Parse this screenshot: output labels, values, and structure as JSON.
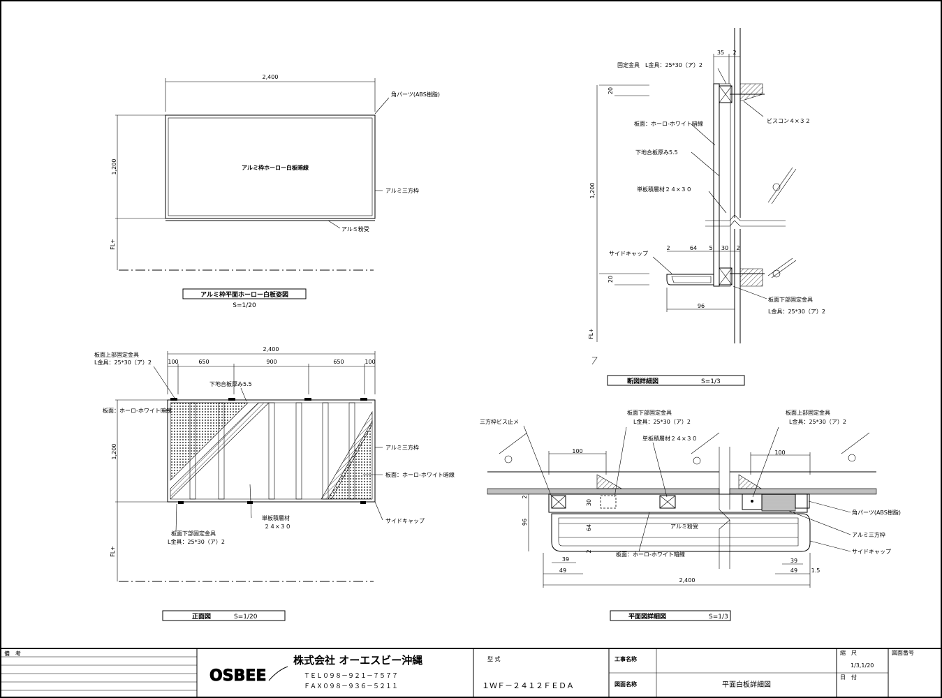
{
  "drawing1": {
    "width_dim": "2,400",
    "height_dim": "1,200",
    "fl": "FL+",
    "center_label": "アルミ枠ホーロー白板暗線",
    "corner_part": "角パーツ(ABS樹脂)",
    "frame": "アルミ三方枠",
    "tray": "アルミ粉受",
    "title": "アルミ枠平面ホーロー白板姿図",
    "scale": "S=1/20"
  },
  "drawing2": {
    "width_dim": "2,400",
    "segments": [
      "100",
      "650",
      "900",
      "650",
      "100"
    ],
    "height_dim": "1,200",
    "fl": "FL+",
    "top_bracket_1": "板面上部固定金具",
    "top_bracket_2": "L金具：25*30（ア）2",
    "substrate": "下地合板厚み5.5",
    "surface_left": "板面：ホーロ-ホワイト暗線",
    "frame": "アルミ三方枠",
    "surface_right": "板面：ホーロ-ホワイト暗線",
    "side_cap": "サイドキャップ",
    "lumber_1": "単板積層材",
    "lumber_2": "２４×３０",
    "bottom_bracket_1": "板面下部固定金具",
    "bottom_bracket_2": "L金具：25*30（ア）2",
    "title": "正面図",
    "scale": "S=1/20"
  },
  "drawing3": {
    "dim_35": "35",
    "dim_2a": "2",
    "bracket_top": "固定金具　L金具：25*30（ア）2",
    "dim_20a": "20",
    "screw": "ビスコン４×３２",
    "surface": "板面：ホーロ-ホワイト暗線",
    "substrate": "下地合板厚み5.5",
    "height_dim": "1,200",
    "lumber": "単板積層材２４×３０",
    "side_cap": "サイドキャップ",
    "dim_2b": "2",
    "dim_64": "64",
    "dim_5": "5",
    "dim_30": "30",
    "dim_2c": "2",
    "dim_20b": "20",
    "dim_96": "96",
    "bottom_bracket_1": "板面下部固定金具",
    "bottom_bracket_2": "L金具：25*30（ア）2",
    "fl": "FL+",
    "title": "断図詳細図",
    "scale": "S=1/3"
  },
  "drawing4": {
    "screw_stop": "三方枠ビス止メ",
    "bottom_bracket_1": "板面下部固定金具",
    "bottom_bracket_2": "L金具：25*30（ア）2",
    "lumber": "単板積層材２４×３０",
    "top_bracket_1": "板面上部固定金具",
    "top_bracket_2": "L金具：25*30（ア）2",
    "dim_100a": "100",
    "dim_100b": "100",
    "dim_2": "2",
    "dim_30": "30",
    "dim_96": "96",
    "dim_64": "64",
    "dim_2b": "2",
    "tray": "アルミ粉受",
    "corner_part": "角パーツ(ABS樹脂)",
    "frame": "アルミ三方枠",
    "side_cap": "サイドキャップ",
    "surface": "板面：ホーロ-ホワイト暗線",
    "dim_39a": "39",
    "dim_49a": "49",
    "dim_39b": "39",
    "dim_49b": "49",
    "dim_15": "1.5",
    "width_dim": "2,400",
    "title": "平面図詳細図",
    "scale": "S=1/3"
  },
  "title_block": {
    "remarks_label": "備　考",
    "logo": "OSBEE",
    "company": "株式会社 オーエスビー沖縄",
    "tel": "ＴＥＬ０９８－９２１－７５７７",
    "fax": "ＦＡＸ０９８－９３６－５２１１",
    "model_label": "型 式",
    "model_value": "１ＷＦ－２４１２ＦＥＤＡ",
    "project_label": "工事名称",
    "drawing_name_label": "図面名称",
    "drawing_name_value": "平面白板詳細図",
    "scale_label": "縮　尺",
    "scale_value": "1/3,1/20",
    "date_label": "日　付",
    "drawing_no_label": "図面番号"
  }
}
